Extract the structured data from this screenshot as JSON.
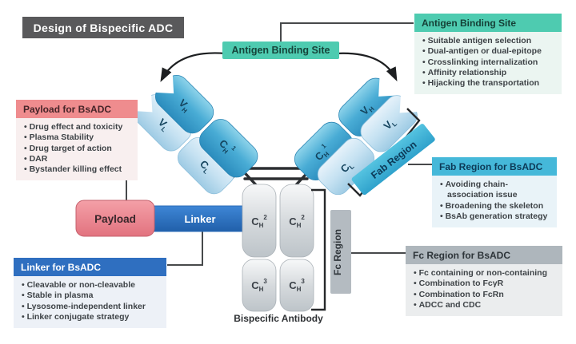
{
  "title": "Design of Bispecific ADC",
  "center_labels": {
    "antigen_binding_site": "Antigen Binding Site",
    "fab_region": "Fab Region",
    "fc_region": "Fc Region",
    "payload": "Payload",
    "linker": "Linker",
    "bispecific_antibody": "Bispecific Antibody"
  },
  "domains": {
    "vh": {
      "main": "V",
      "sub": "H",
      "sup": ""
    },
    "vl": {
      "main": "V",
      "sub": "L",
      "sup": ""
    },
    "ch1": {
      "main": "C",
      "sub": "H",
      "sup": "1"
    },
    "cl": {
      "main": "C",
      "sub": "L",
      "sup": ""
    },
    "ch2": {
      "main": "C",
      "sub": "H",
      "sup": "2"
    },
    "ch3": {
      "main": "C",
      "sub": "H",
      "sup": "3"
    }
  },
  "boxes": {
    "antigen": {
      "title": "Antigen Binding Site",
      "bullets": [
        "Suitable antigen selection",
        "Dual-antigen or dual-epitope",
        "Crosslinking internalization",
        "Affinity relationship",
        "Hijacking the transportation"
      ]
    },
    "payload": {
      "title": "Payload for BsADC",
      "bullets": [
        "Drug effect and toxicity",
        "Plasma Stability",
        "Drug target of action",
        "DAR",
        "Bystander killing effect"
      ]
    },
    "linker": {
      "title": "Linker for BsADC",
      "bullets": [
        "Cleavable or non-cleavable",
        "Stable in plasma",
        "Lysosome-independent linker",
        "Linker conjugate strategy"
      ]
    },
    "fab": {
      "title": "Fab Region for BsADC",
      "bullets": [
        "Avoiding chain-association issue",
        "Broadening the skeleton",
        "BsAb generation strategy"
      ]
    },
    "fc": {
      "title": "Fc Region for BsADC",
      "bullets": [
        "Fc containing or non-containing",
        "Combination to FcγR",
        "Combination to FcRn",
        "ADCC and CDC"
      ]
    }
  },
  "colors": {
    "title_bg": "#59595b",
    "antigen_accent": "#4ecbb0",
    "payload_accent": "#ef8c8e",
    "linker_accent": "#2f6fc0",
    "fab_accent": "#45b8d9",
    "fc_accent": "#aeb6bc",
    "heavy_chain_blue": "#2e93c2",
    "light_chain_blue": "#b9dcee",
    "payload_shape": "#ec8a93",
    "linker_bar": "#2f74c4",
    "fc_domain_gray": "#c6ccd1"
  }
}
